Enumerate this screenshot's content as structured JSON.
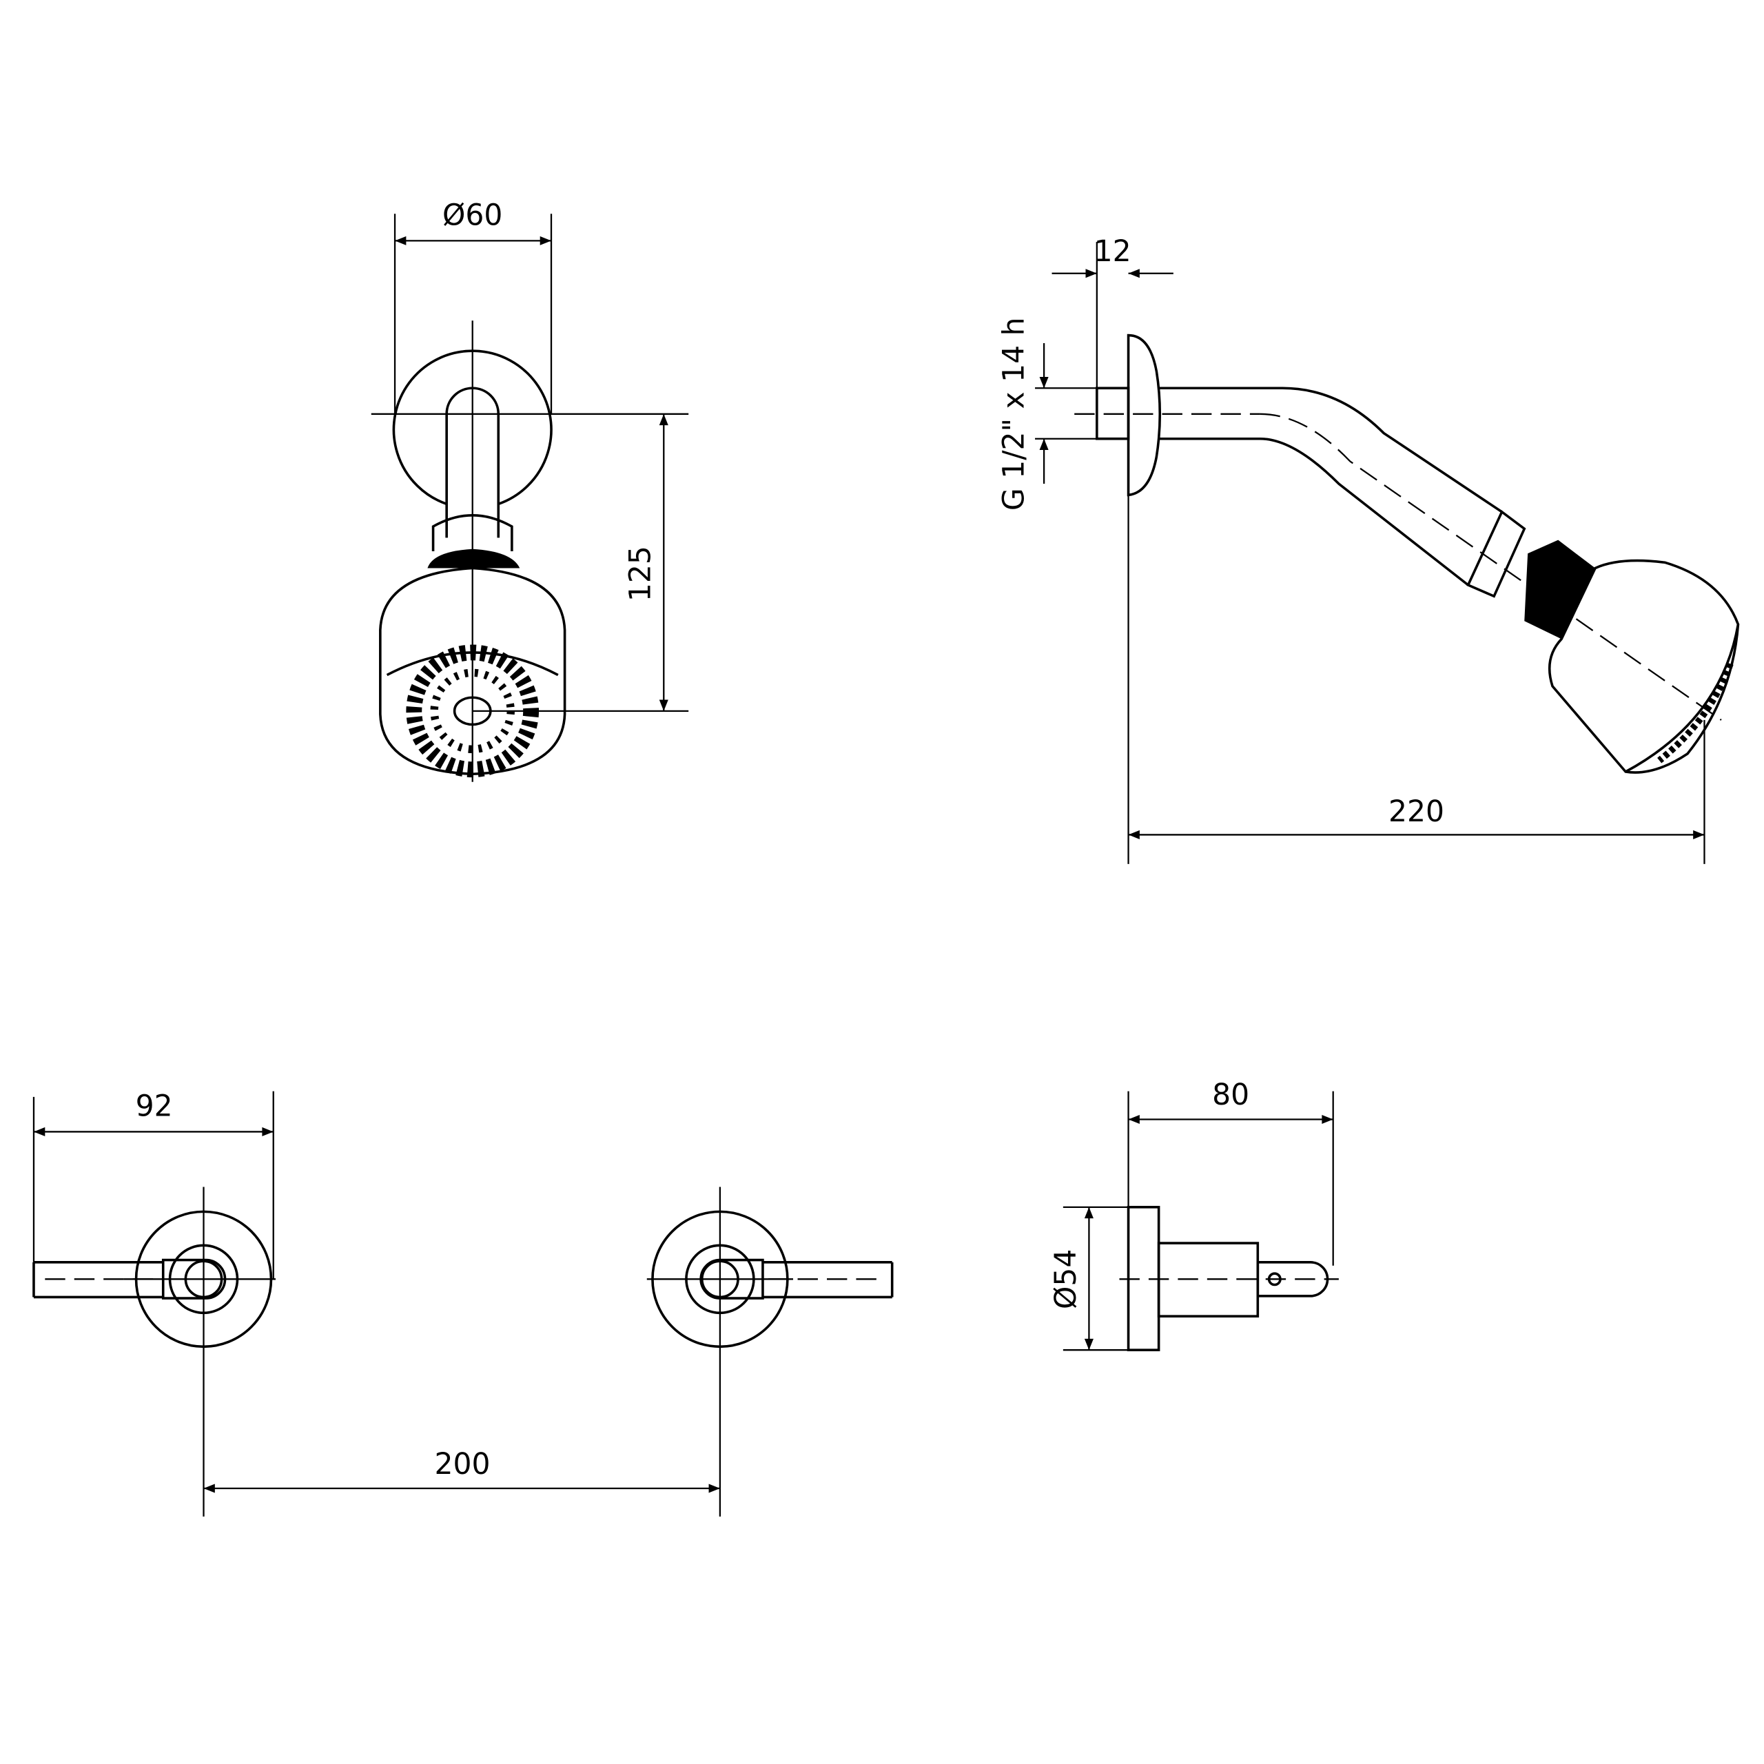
{
  "title": "Shower set technical drawing",
  "dimensions": {
    "flange_diameter": "Ø60",
    "head_drop": "125",
    "nipple_length": "12",
    "thread": "G 1/2\" x 14 h",
    "arm_projection": "220",
    "handle_length": "92",
    "valve_spacing": "200",
    "valve_depth": "80",
    "valve_flange_diameter": "Ø54"
  },
  "colors": {
    "line": "#000000",
    "background": "#ffffff"
  }
}
